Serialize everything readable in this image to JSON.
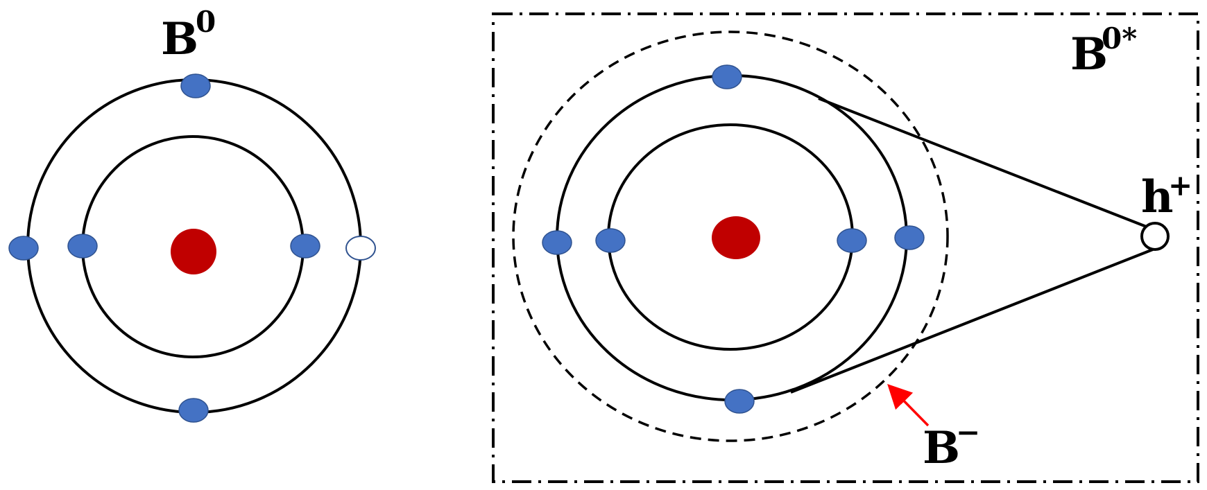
{
  "colors": {
    "nucleus": "#c00000",
    "electron": "#4472c4",
    "electron_border": "#2f528f",
    "hole_outline": "#2f528f",
    "line": "#000000",
    "arrow": "#ff0000"
  },
  "left_atom": {
    "label_base": "B",
    "label_sup": "0",
    "inner_shell_electrons": 2,
    "outer_shell_electrons": 3,
    "vacancies": 1
  },
  "right_atom": {
    "box_label_base": "B",
    "box_label_sup": "0*",
    "hole_label_base": "h",
    "hole_label_sup": "+",
    "ion_label_base": "B",
    "ion_label_sup": "−",
    "inner_shell_electrons": 2,
    "outer_shell_electrons": 4
  }
}
